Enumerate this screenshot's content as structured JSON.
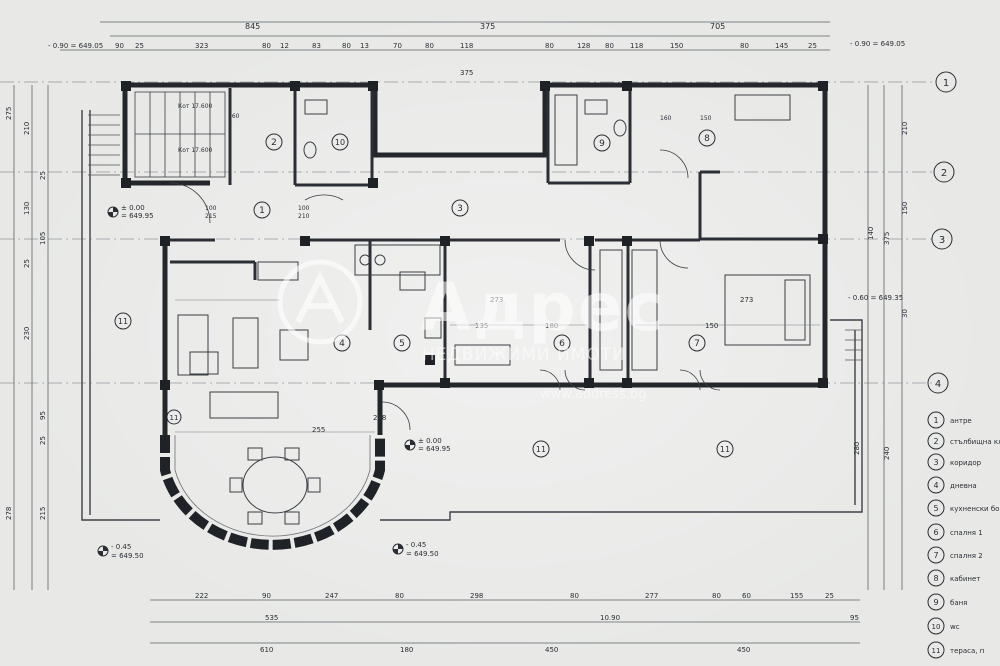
{
  "watermark": {
    "brand": "Адрес",
    "subtitle": "НЕДВИЖИМИ ИМОТИ",
    "url": "www.address.bg"
  },
  "grid_axes": [
    "1",
    "2",
    "3",
    "4"
  ],
  "dims": {
    "top1": "845",
    "top2": "375",
    "top3": "705",
    "top4": [
      "90",
      "25",
      "323",
      "80",
      "12",
      "83",
      "80",
      "13",
      "70",
      "80",
      "118",
      "80",
      "128",
      "80",
      "118",
      "150",
      "80",
      "145",
      "25"
    ],
    "bot1": [
      "222",
      "90",
      "247",
      "80",
      "298",
      "80",
      "277",
      "80",
      "60",
      "155",
      "25"
    ],
    "bot2": [
      "535",
      "10.90",
      "95"
    ],
    "bot3": [
      "610",
      "180",
      "450",
      "450"
    ],
    "left": [
      "275",
      "210",
      "25",
      "130",
      "105",
      "25",
      "230",
      "95",
      "25",
      "278",
      "215"
    ],
    "right": [
      "210",
      "150",
      "375",
      "140",
      "30",
      "280",
      "240"
    ],
    "inner": [
      "375",
      "273",
      "135",
      "180",
      "273",
      "150",
      "100",
      "215",
      "255",
      "248",
      "100",
      "210",
      "160",
      "150",
      "160"
    ]
  },
  "levels": {
    "tl": "- 0.90 = 649.05",
    "tr": "- 0.90 = 649.05",
    "l1": "± 0.00",
    "l1b": "= 649.95",
    "c1": "± 0.00",
    "c1b": "= 649.95",
    "bl": "- 0.45",
    "blb": "= 649.50",
    "bc": "- 0.45",
    "bcb": "= 649.50",
    "r1": "- 0.60 = 649.35",
    "st1": "Кот 17.600",
    "st2": "Кот 17.600"
  },
  "rooms": [
    "1",
    "2",
    "3",
    "4",
    "5",
    "6",
    "7",
    "8",
    "9",
    "10",
    "11",
    "11",
    "11",
    "11"
  ],
  "legend": [
    {
      "num": "1",
      "label": "антре"
    },
    {
      "num": "2",
      "label": "стълбищна кле"
    },
    {
      "num": "3",
      "label": "коридор"
    },
    {
      "num": "4",
      "label": "дневна"
    },
    {
      "num": "5",
      "label": "кухненски бо"
    },
    {
      "num": "6",
      "label": "спалня 1"
    },
    {
      "num": "7",
      "label": "спалня 2"
    },
    {
      "num": "8",
      "label": "кабинет"
    },
    {
      "num": "9",
      "label": "баня"
    },
    {
      "num": "10",
      "label": "wc"
    },
    {
      "num": "11",
      "label": "тераса, п"
    }
  ]
}
